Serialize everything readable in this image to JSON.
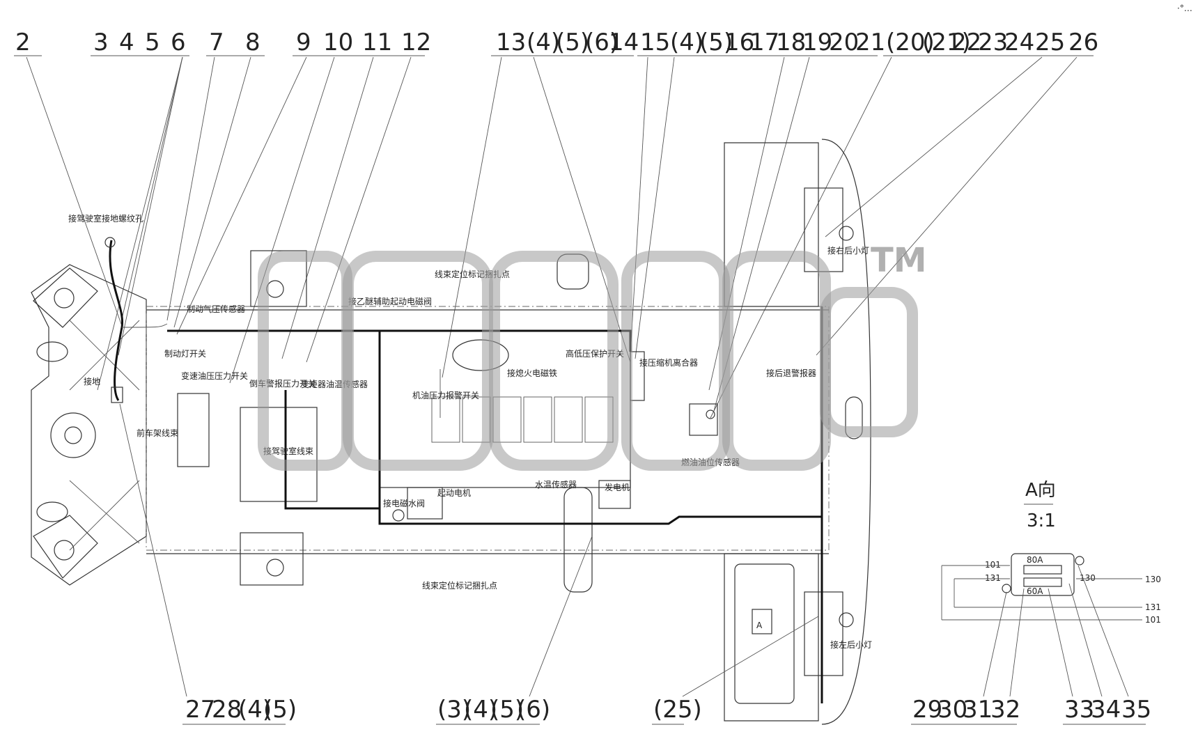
{
  "callouts_top": [
    "2",
    "3",
    "4",
    "5",
    "6",
    "7",
    "8",
    "9",
    "10",
    "11",
    "12",
    "13",
    "(4)",
    "(5)",
    "(6)",
    "14",
    "15",
    "(4)",
    "(5)",
    "16",
    "17",
    "18",
    "19",
    "20",
    "21",
    "(20)",
    "(21)",
    "22",
    "23",
    "24",
    "25",
    "26"
  ],
  "callouts_bottom_left": [
    "27",
    "28",
    "(4)",
    "(5)"
  ],
  "callouts_bottom_mid": [
    "(3)",
    "(4)",
    "(5)",
    "(6)"
  ],
  "callouts_bottom_25": [
    "(25)"
  ],
  "callouts_bottom_right": [
    "29",
    "30",
    "31",
    "32",
    "33",
    "34",
    "35"
  ],
  "labels": {
    "cab_ground_hole": "接驾驶室接地螺纹孔",
    "harness_mark_top": "线束定位标记捆扎点",
    "ether_solenoid": "接乙醚辅助起动电磁阀",
    "brake_pressure_sensor": "制动气压传感器",
    "brake_light_switch": "制动灯开关",
    "ground": "接地",
    "trans_oil_switch": "变速油压压力开关",
    "reverse_alarm_switch": "倒车警报压力开关",
    "converter_temp_sensor": "变矩器油温传感器",
    "front_frame_harness": "前车架线束",
    "cab_harness": "接驾驶室线束",
    "flameout_solenoid": "接熄火电磁铁",
    "oil_pressure_alarm": "机油压力报警开关",
    "hi_lo_pressure_switch": "高低压保护开关",
    "compressor_clutch": "接压缩机离合器",
    "rear_alarm": "接后退警报器",
    "right_rear_lamp": "接右后小灯",
    "fuel_level_sensor": "燃油油位传感器",
    "water_temp_sensor": "水温传感器",
    "generator": "发电机",
    "starter": "起动电机",
    "solenoid_valve": "接电磁水阀",
    "harness_mark_bottom": "线束定位标记捆扎点",
    "left_rear_lamp": "接左后小灯",
    "view_a_mark": "A"
  },
  "view_a": {
    "title": "A向",
    "scale": "3:1",
    "fuse_top": "80A",
    "fuse_bottom": "60A",
    "left_wires": [
      "101",
      "131"
    ],
    "right_wire": "130",
    "far_right": [
      "130",
      "131",
      "101"
    ]
  },
  "watermark": {
    "tm": "TM"
  },
  "corner_mark": "·°…"
}
